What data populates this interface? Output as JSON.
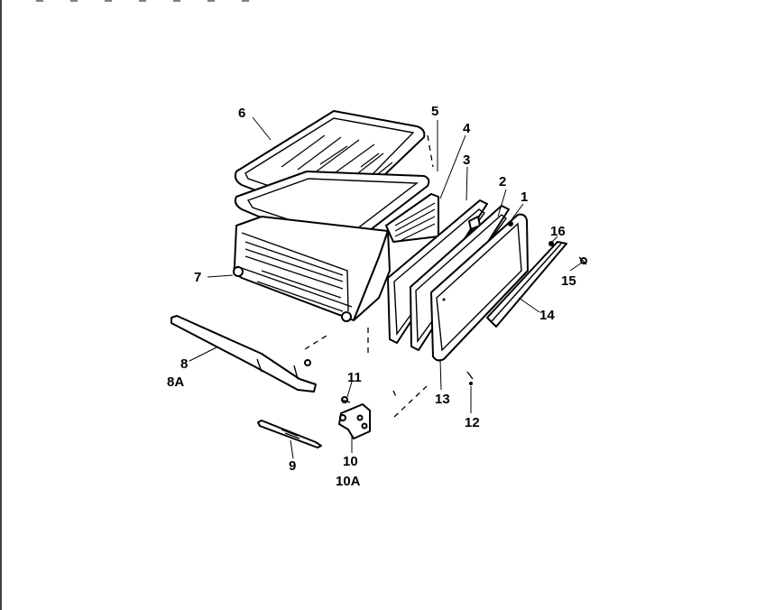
{
  "callouts": [
    {
      "id": "6",
      "text": "6"
    },
    {
      "id": "5",
      "text": "5"
    },
    {
      "id": "4",
      "text": "4"
    },
    {
      "id": "3",
      "text": "3"
    },
    {
      "id": "2",
      "text": "2"
    },
    {
      "id": "1",
      "text": "1"
    },
    {
      "id": "16",
      "text": "16"
    },
    {
      "id": "15",
      "text": "15"
    },
    {
      "id": "14",
      "text": "14"
    },
    {
      "id": "7",
      "text": "7"
    },
    {
      "id": "8",
      "text": "8"
    },
    {
      "id": "8A",
      "text": "8A"
    },
    {
      "id": "11",
      "text": "11"
    },
    {
      "id": "13",
      "text": "13"
    },
    {
      "id": "12",
      "text": "12"
    },
    {
      "id": "9",
      "text": "9"
    },
    {
      "id": "10",
      "text": "10"
    },
    {
      "id": "10A",
      "text": "10A"
    }
  ]
}
